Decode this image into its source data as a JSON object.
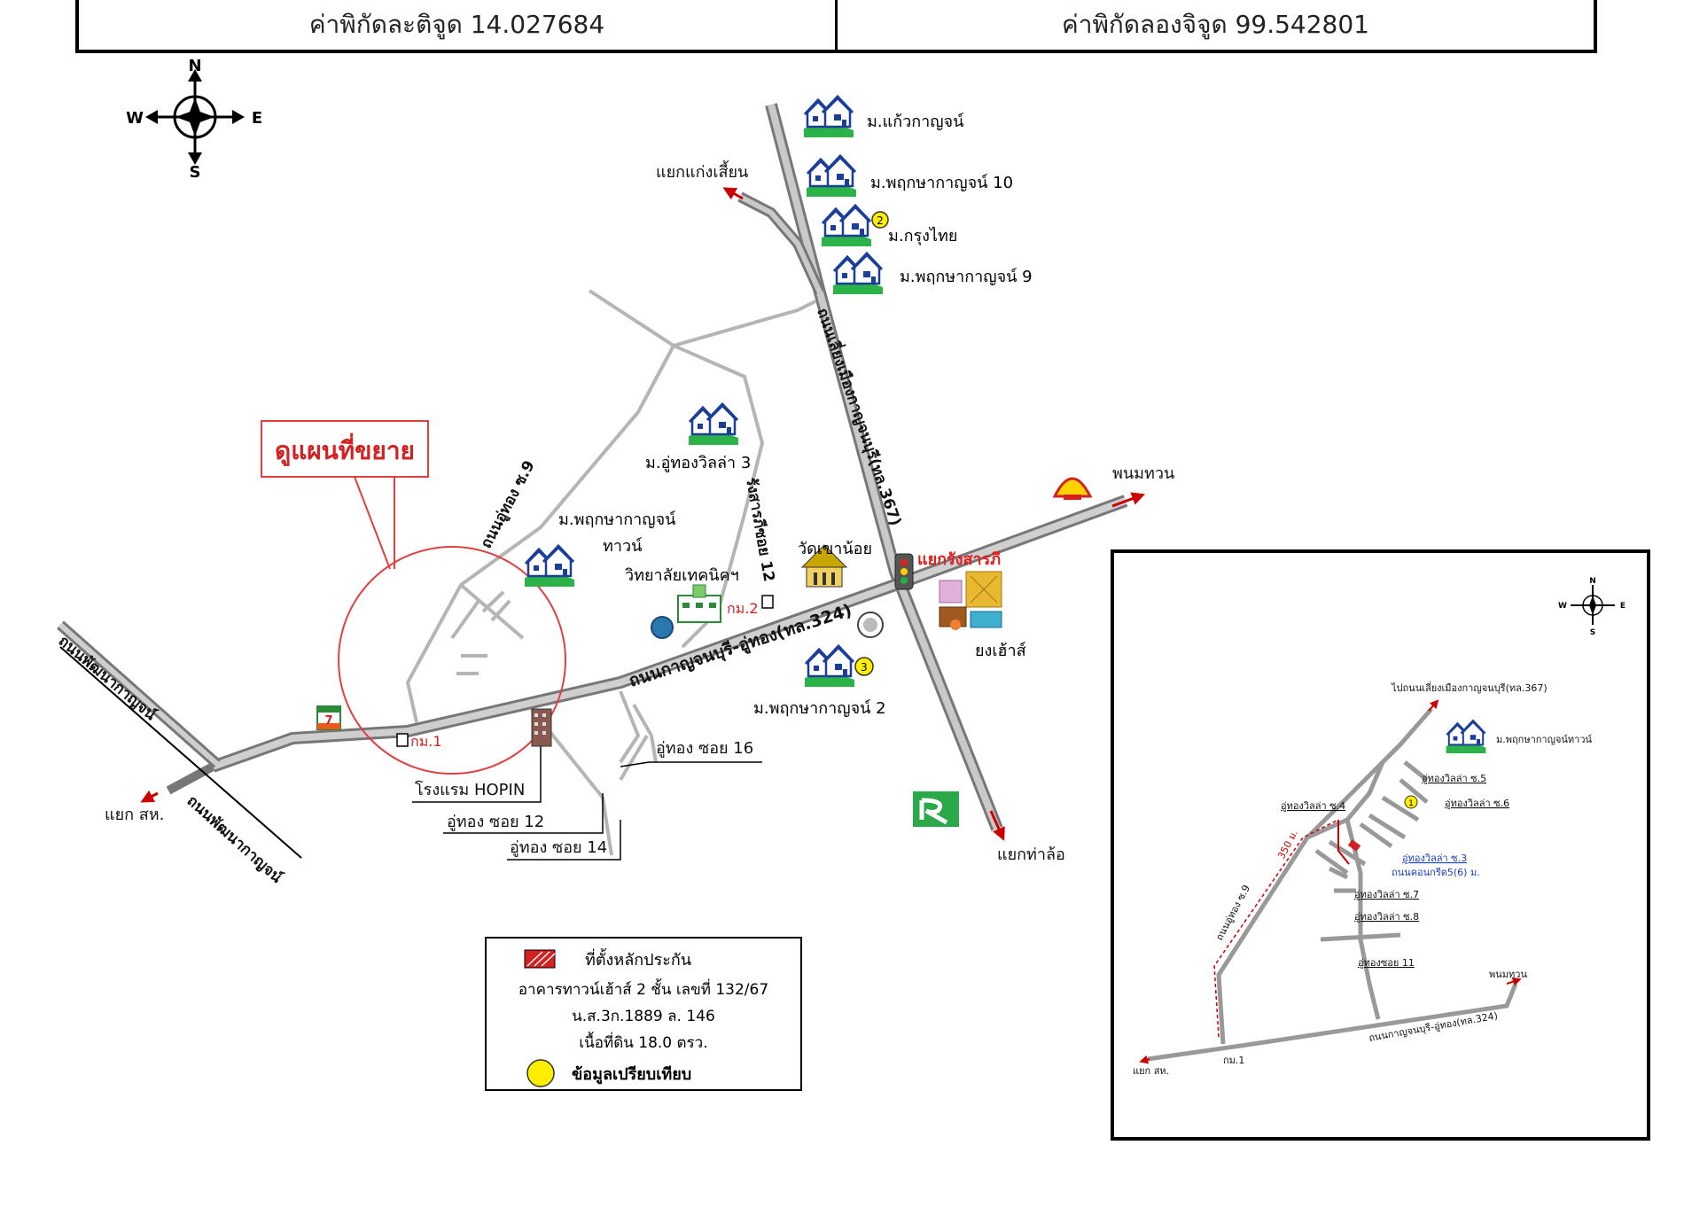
{
  "coordinates": {
    "latitude_label": "ค่าพิกัดละติจูด 14.027684",
    "longitude_label": "ค่าพิกัดลองจิจูด 99.542801"
  },
  "compass": {
    "n": "N",
    "s": "S",
    "e": "E",
    "w": "W"
  },
  "zoom_callout": "ดูแผนที่ขยาย",
  "main_map": {
    "destinations": {
      "kaeng_sian": "แยกแก่งเสี้ยน",
      "phanom_thuan": "พนมทวน",
      "tha_lo": "แยกท่าล้อ",
      "so_ho": "แยก สห."
    },
    "junction": "แยกรังสารภี",
    "roads": {
      "highway_367": "ถนนเลี่ยงเมืองกาญจนบุรี(ทล.367)",
      "highway_324": "ถนนกาญจนบุรี-อู่ทอง(ทล.324)",
      "u_thong_soi_9": "ถนนอู่ทอง ซ.9",
      "rangsarapee_soi_12": "รังสารภีซอย 12",
      "phatthana_1": "ถนนพัฒนากาญจน์",
      "phatthana_2": "ถนนพัฒนากาญจน์",
      "u_thong_soi_16": "อู่ทอง ซอย 16",
      "u_thong_soi_12": "อู่ทอง ซอย 12",
      "u_thong_soi_14": "อู่ทอง ซอย 14"
    },
    "villages": {
      "kaew_kan": "ม.แก้วกาญจน์",
      "pruksa_10": "ม.พฤกษากาญจน์ 10",
      "krung_thai": "ม.กรุงไทย",
      "pruksa_9": "ม.พฤกษากาญจน์ 9",
      "u_thong_villa_3": "ม.อู่ทองวิลล่า 3",
      "pruksa_town_1": "ม.พฤกษากาญจน์",
      "pruksa_town_2": "ทาวน์",
      "pruksa_2": "ม.พฤกษากาญจน์ 2"
    },
    "places": {
      "wat": "วัดเขาน้อย",
      "college": "วิทยาลัยเทคนิคฯ",
      "yong_house": "ยงเฮ้าส์",
      "hotel": "โรงแรม HOPIN",
      "km1": "กม.1",
      "km2": "กม.2"
    },
    "comparison_markers": [
      "2",
      "3"
    ]
  },
  "legend": {
    "collateral_title": "ที่ตั้งหลักประกัน",
    "line1": "อาคารทาวน์เฮ้าส์ 2 ชั้น เลขที่ 132/67",
    "line2": "น.ส.3ก.1889 ล. 146",
    "line3": "เนื้อที่ดิน 18.0 ตรว.",
    "comparison": "ข้อมูลเปรียบเทียบ"
  },
  "inset_map": {
    "compass": {
      "n": "N",
      "s": "S",
      "e": "E",
      "w": "W"
    },
    "to_bypass": "ไปถนนเลี่ยงเมืองกาญจนบุรี(ทล.367)",
    "village": "ม.พฤกษากาญจน์ทาวน์",
    "u_thong_villa_5": "อู่ทองวิลล่า ซ.5",
    "u_thong_villa_4": "อู่ทองวิลล่า ซ.4",
    "u_thong_villa_6": "อู่ทองวิลล่า ซ.6",
    "u_thong_villa_3": "อู่ทองวิลล่า ซ.3",
    "concrete_road": "ถนนคอนกรีต5(6) ม.",
    "u_thong_villa_7": "อู่ทองวิลล่า ซ.7",
    "u_thong_villa_8": "อู่ทองวิลล่า ซ.8",
    "u_thong_soi_11": "อู่ทองซอย 11",
    "u_thong_soi_9": "ถนนอู่ทอง ซ.9",
    "distance": "350 ม.",
    "phanom_thuan": "พนมทวน",
    "highway_324": "ถนนกาญจนบุรี-อู่ทอง(ทล.324)",
    "so_ho": "แยก สห.",
    "km1": "กม.1",
    "marker": "1"
  }
}
